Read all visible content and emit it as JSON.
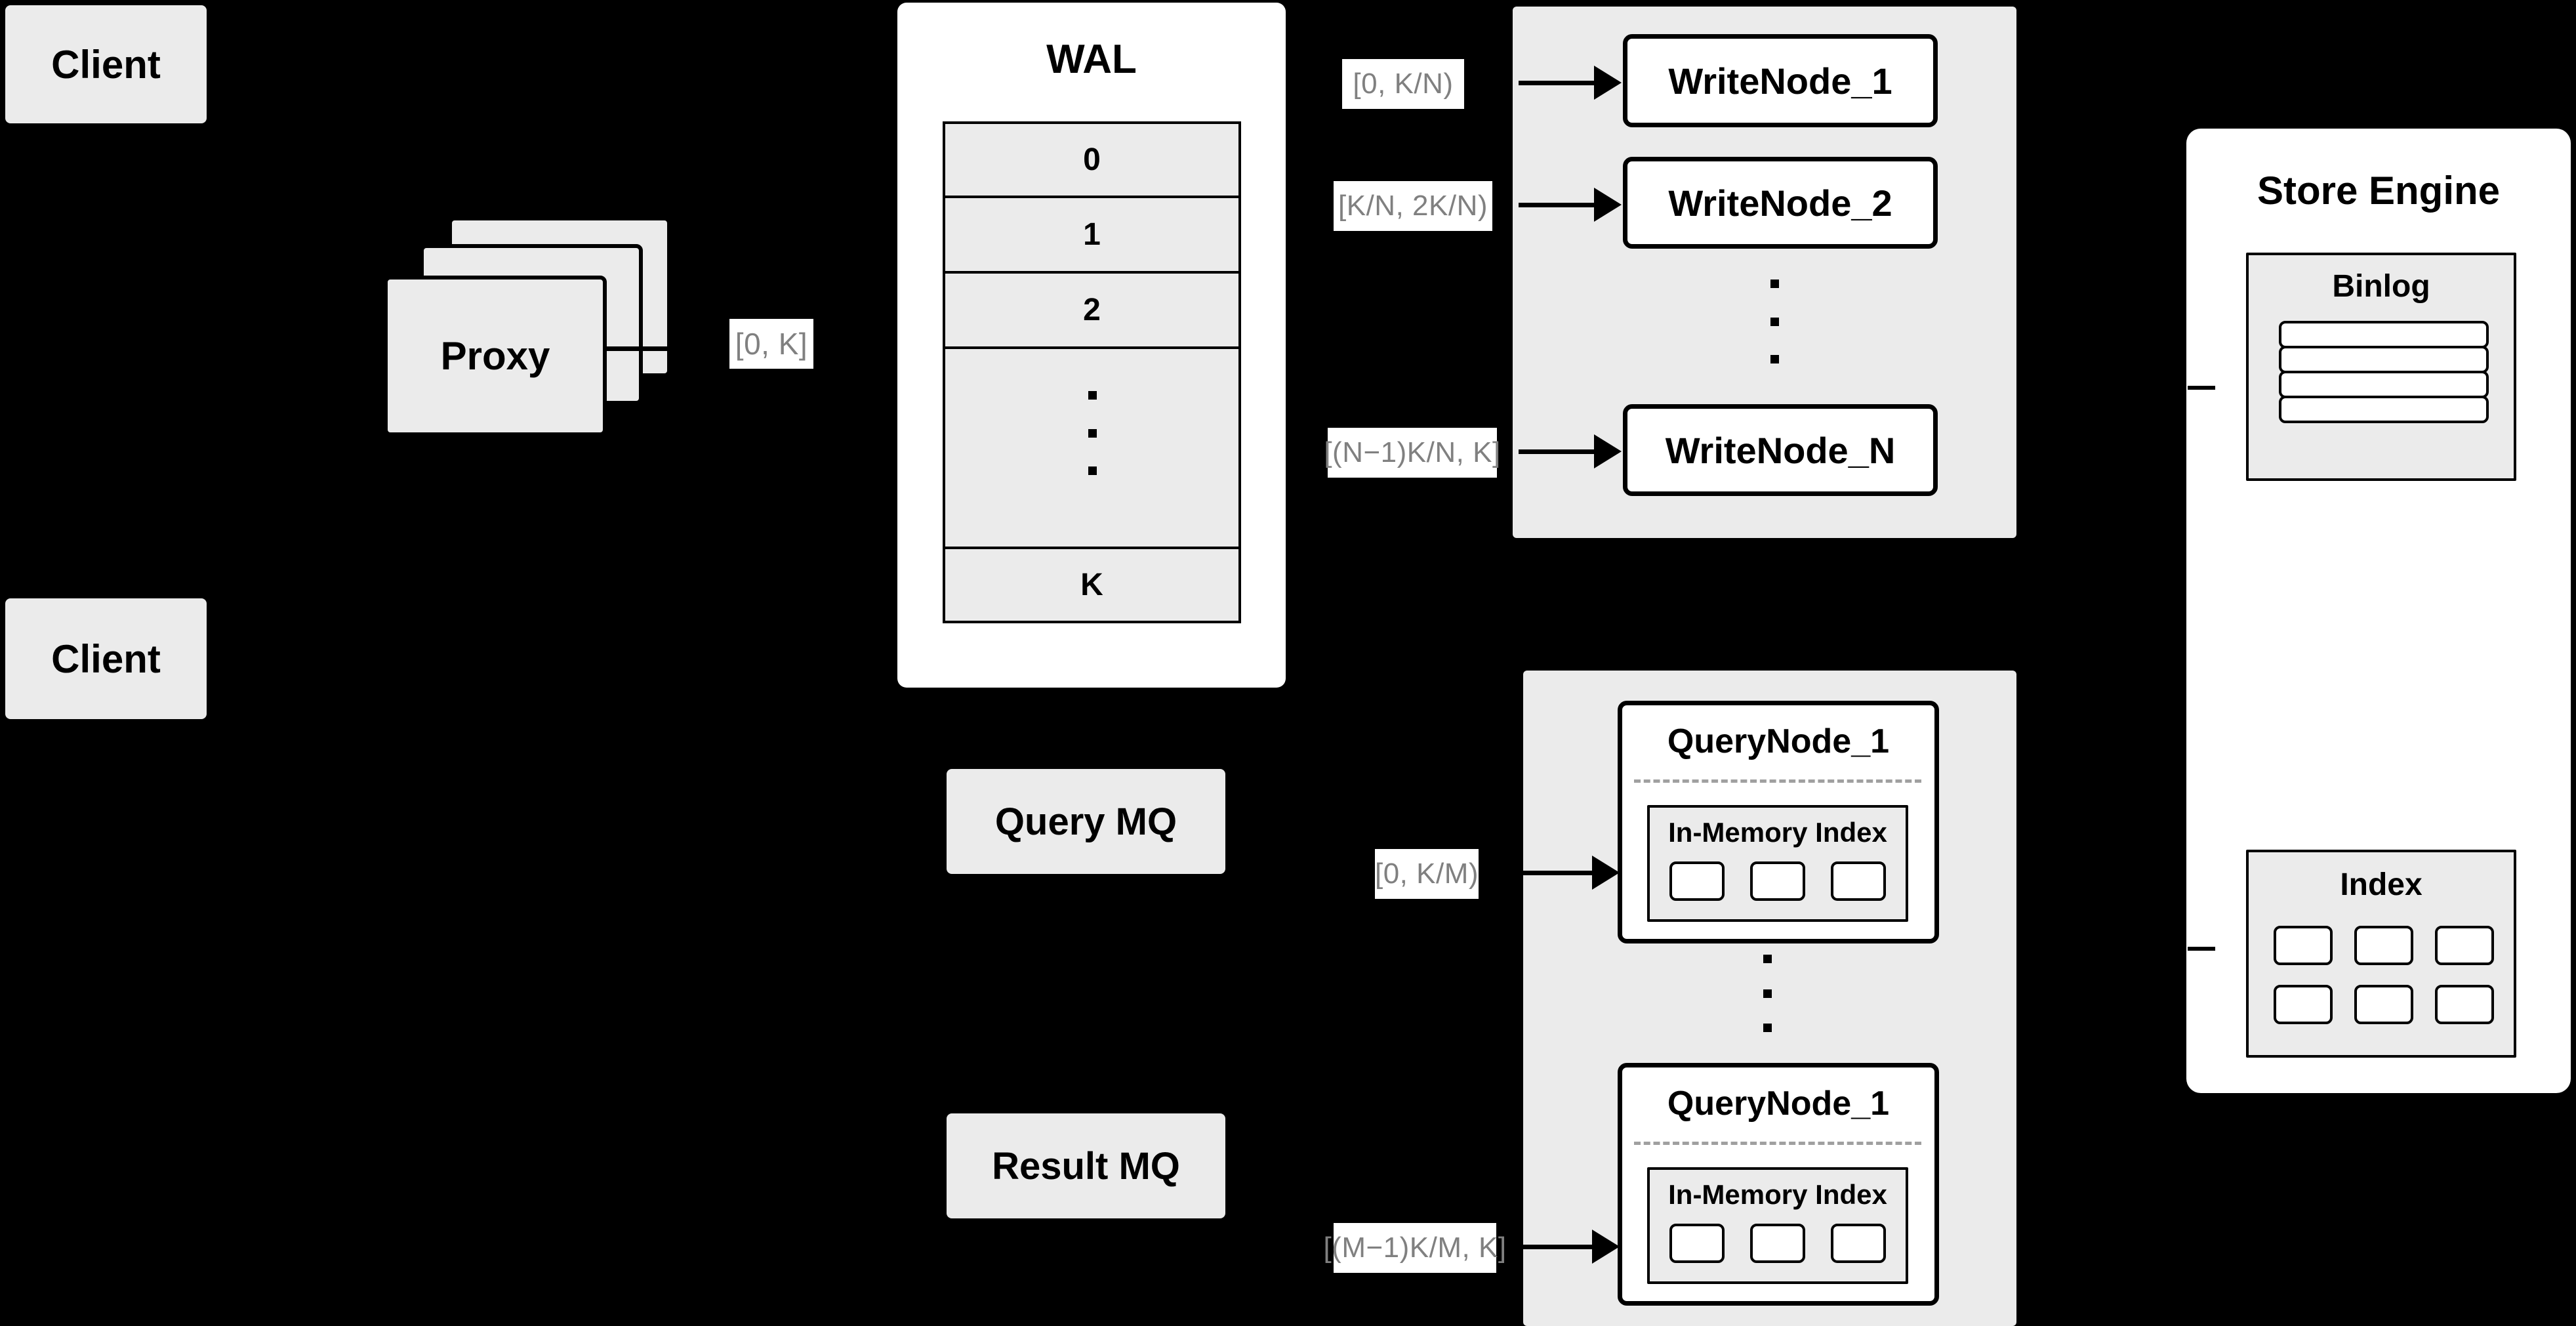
{
  "diagram": {
    "title": "Distributed Write/Query Architecture",
    "background_color": "#000000",
    "surface_gray": "#ebebeb",
    "surface_white": "#ffffff",
    "stroke_color": "#000000",
    "label_text_color": "#808080"
  },
  "clients": [
    {
      "label": "Client"
    },
    {
      "label": "Client"
    }
  ],
  "proxy": {
    "label": "Proxy",
    "stack_count": 3
  },
  "wal": {
    "title": "WAL",
    "rows": [
      "0",
      "1",
      "2",
      "",
      "K"
    ],
    "ellipsis_row_index": 3,
    "ellipsis_dots": 3
  },
  "edges": {
    "proxy_to_wal": "[0, K]",
    "wal_to_write_node_1": "[0,  K/N)",
    "wal_to_write_node_2": "[K/N, 2K/N)",
    "wal_to_write_node_n": "[(N−1)K/N,  K]",
    "mq_to_query_node_1": "[0, K/M)",
    "mq_to_query_node_m": "[(M−1)K/M, K]"
  },
  "write_cluster": {
    "nodes": [
      {
        "label": "WriteNode_1"
      },
      {
        "label": "WriteNode_2"
      },
      {
        "label": "WriteNode_N"
      }
    ],
    "ellipsis_dots": 3
  },
  "message_queues": [
    {
      "label": "Query MQ"
    },
    {
      "label": "Result MQ"
    }
  ],
  "query_cluster": {
    "nodes": [
      {
        "label": "QueryNode_1",
        "inner": {
          "label": "In-Memory Index",
          "slot_count": 3
        }
      },
      {
        "label": "QueryNode_1",
        "inner": {
          "label": "In-Memory Index",
          "slot_count": 3
        }
      }
    ],
    "ellipsis_dots": 3
  },
  "store_engine": {
    "title": "Store Engine",
    "binlog": {
      "title": "Binlog",
      "slot_count": 4
    },
    "index": {
      "title": "Index",
      "slot_rows": 2,
      "slot_cols": 3,
      "slot_count": 6
    }
  }
}
